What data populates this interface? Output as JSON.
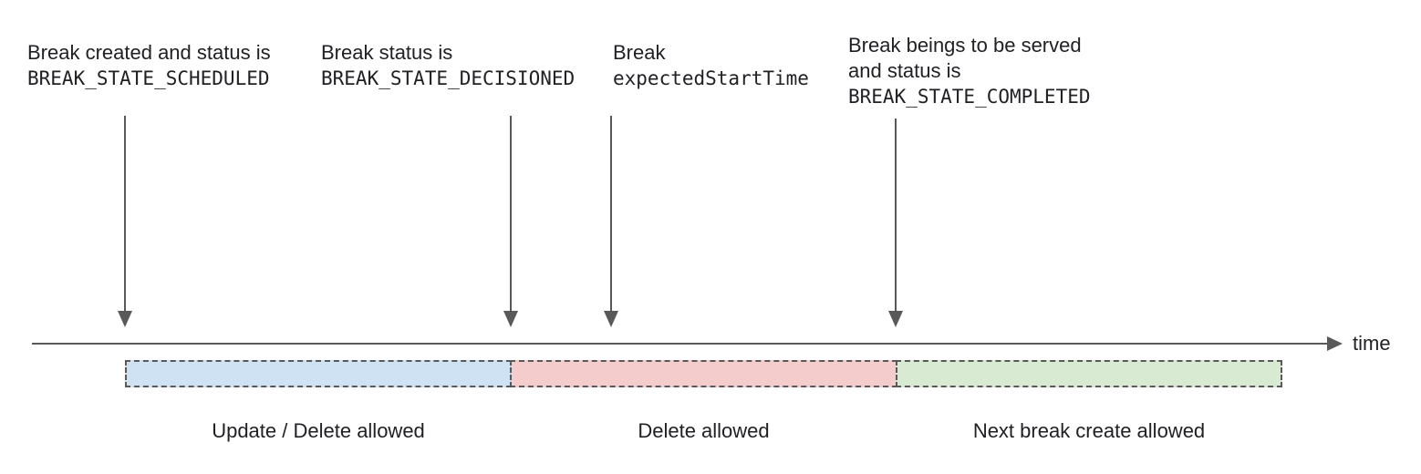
{
  "annotations": [
    {
      "line1": "Break created and status is",
      "code": "BREAK_STATE_SCHEDULED"
    },
    {
      "line1": "Break status is",
      "code": "BREAK_STATE_DECISIONED"
    },
    {
      "line1": "Break",
      "code": "expectedStartTime"
    },
    {
      "line1": "Break beings to be served",
      "line2": "and status is",
      "code": "BREAK_STATE_COMPLETED"
    }
  ],
  "timeline": {
    "axis_label": "time"
  },
  "segments": [
    {
      "label": "Update / Delete allowed",
      "fill": "#cfe2f3"
    },
    {
      "label": "Delete allowed",
      "fill": "#f4cccc"
    },
    {
      "label": "Next break create allowed",
      "fill": "#d9ead3"
    }
  ],
  "colors": {
    "text": "#202124",
    "line": "#595959",
    "segment_border": "#595959"
  }
}
